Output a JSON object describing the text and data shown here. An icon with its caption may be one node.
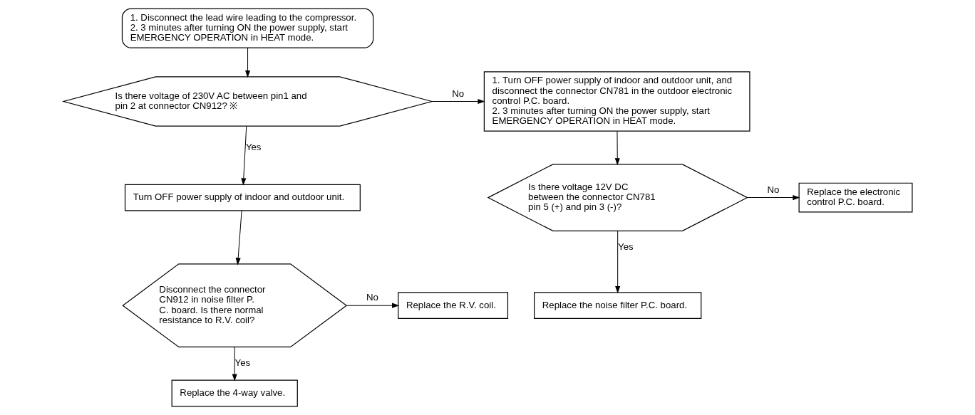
{
  "diagram": {
    "nodes": [
      {
        "text": [
          "1. Disconnect the lead wire leading to the compressor.",
          "2. 3 minutes after turning ON the power supply, start EMERGENCY OPERATION in HEAT mode."
        ]
      },
      {
        "text": [
          "Is there voltage of 230V AC between pin1 and pin 2 at connector CN912? ※"
        ]
      },
      {
        "text": [
          "Turn OFF power supply of indoor and outdoor unit."
        ]
      },
      {
        "text": [
          "Disconnect the connector CN912 in noise filter P. C. board. Is there normal resistance to R.V. coil?"
        ]
      },
      {
        "text": [
          "Replace the R.V. coil."
        ]
      },
      {
        "text": [
          "Replace the 4-way valve."
        ]
      },
      {
        "text": [
          "1. Turn OFF power supply of indoor and outdoor unit, and disconnect the connector CN781 in the outdoor electronic control P.C. board.",
          "2. 3 minutes after turning ON the power supply, start EMERGENCY OPERATION in HEAT mode."
        ]
      },
      {
        "text": [
          "Is there voltage 12V DC between the connector CN781 pin 5 (+) and pin 3 (-)?"
        ]
      },
      {
        "text": [
          "Replace the electronic control P.C. board."
        ]
      },
      {
        "text": [
          "Replace the noise filter P.C. board."
        ]
      }
    ],
    "edges": [
      {
        "from": 0,
        "to": 1,
        "arrow": "to"
      },
      {
        "from": 1,
        "to": 6,
        "arrow": "to",
        "label": "No"
      },
      {
        "from": 1,
        "to": 2,
        "arrow": "to",
        "label": "Yes"
      },
      {
        "from": 2,
        "to": 3,
        "arrow": "to"
      },
      {
        "from": 3,
        "to": 4,
        "arrow": "to",
        "label": "No"
      },
      {
        "from": 3,
        "to": 5,
        "arrow": "to",
        "label": "Yes"
      },
      {
        "from": 6,
        "to": 7,
        "arrow": "to"
      },
      {
        "from": 7,
        "to": 8,
        "arrow": "to",
        "label": "No"
      },
      {
        "from": 7,
        "to": 9,
        "arrow": "to",
        "label": "Yes"
      }
    ]
  }
}
